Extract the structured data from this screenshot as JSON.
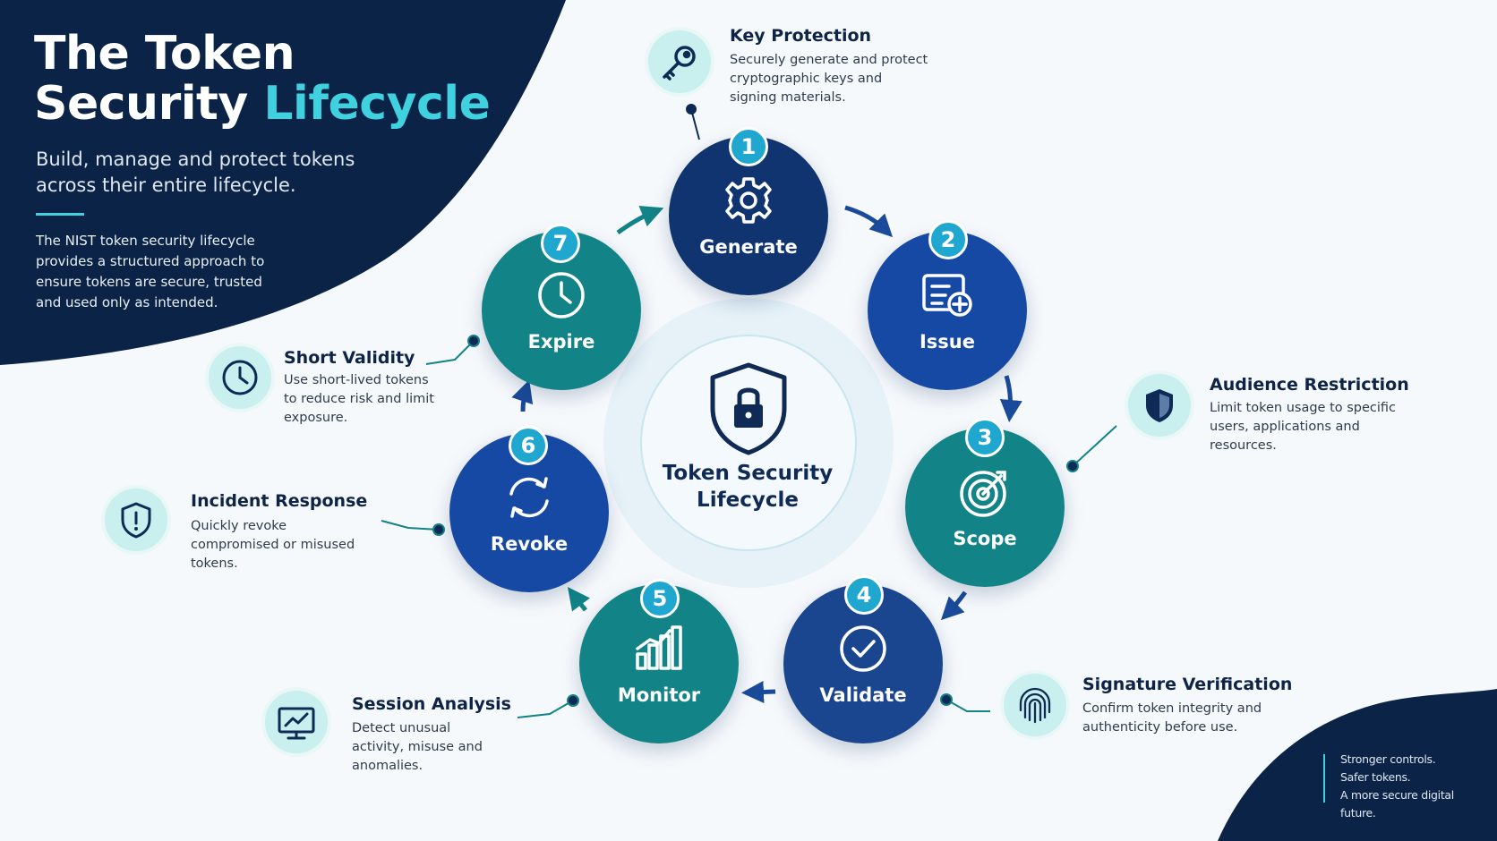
{
  "hero": {
    "title_line1": "The Token",
    "title_line2_plain": "Security ",
    "title_line2_accent": "Lifecycle",
    "subtitle": "Build, manage and protect tokens across their entire lifecycle.",
    "description": "The NIST token security lifecycle provides a structured approach to ensure tokens are secure, trusted and used only as intended."
  },
  "hub": {
    "title": "Token Security Lifecycle",
    "icon": "shield-lock-icon"
  },
  "stages": [
    {
      "step": "1",
      "label": "Generate",
      "icon": "gear-icon",
      "color": "#10346f"
    },
    {
      "step": "2",
      "label": "Issue",
      "icon": "document-add-icon",
      "color": "#1549a3"
    },
    {
      "step": "3",
      "label": "Scope",
      "icon": "target-icon",
      "color": "#128387"
    },
    {
      "step": "4",
      "label": "Validate",
      "icon": "check-circle-icon",
      "color": "#1a4690"
    },
    {
      "step": "5",
      "label": "Monitor",
      "icon": "bar-chart-icon",
      "color": "#128387"
    },
    {
      "step": "6",
      "label": "Revoke",
      "icon": "refresh-icon",
      "color": "#1549a3"
    },
    {
      "step": "7",
      "label": "Expire",
      "icon": "clock-icon",
      "color": "#128387"
    }
  ],
  "callouts": [
    {
      "title": "Key Protection",
      "description": "Securely generate and protect cryptographic keys and signing materials.",
      "icon": "key-icon"
    },
    {
      "title": "Audience Restriction",
      "description": "Limit token usage to specific users, applications and resources.",
      "icon": "shield-icon"
    },
    {
      "title": "Signature Verification",
      "description": "Confirm token integrity and authenticity before use.",
      "icon": "fingerprint-icon"
    },
    {
      "title": "Session Analysis",
      "description": "Detect unusual activity, misuse and anomalies.",
      "icon": "monitor-chart-icon"
    },
    {
      "title": "Incident Response",
      "description": "Quickly revoke compromised or misused tokens.",
      "icon": "shield-alert-icon"
    },
    {
      "title": "Short Validity",
      "description": "Use short-lived tokens to reduce risk and limit exposure.",
      "icon": "clock-icon"
    }
  ],
  "tagline": [
    "Stronger controls.",
    "Safer tokens.",
    "A more secure digital future."
  ],
  "colors": {
    "navy": "#0b2346",
    "accent": "#3fd1df",
    "teal": "#128387",
    "blue": "#1549a3",
    "badge": "#1fa7cf",
    "callout_bg": "#c9efee"
  }
}
